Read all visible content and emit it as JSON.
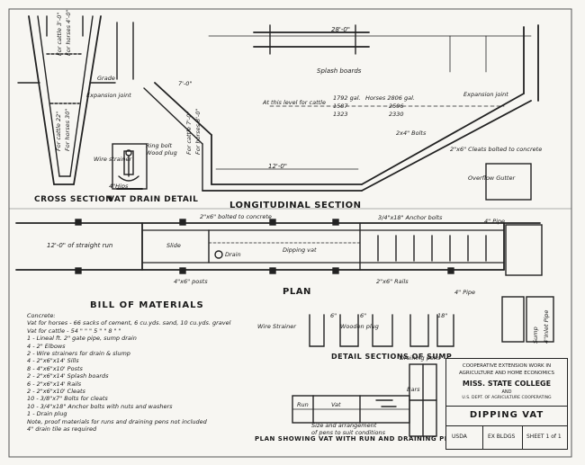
{
  "sections": {
    "cross_section": "CROSS SECTION",
    "vat_drain_detail": "VAT DRAIN DETAIL",
    "longitudinal_section": "LONGITUDINAL SECTION",
    "plan": "PLAN",
    "detail_sections_of_sump": "DETAIL SECTIONS OF SUMP",
    "plan_showing_vat": "PLAN SHOWING VAT WITH RUN AND DRAINING PENS"
  },
  "cross_section_labels": {
    "top_cattle": "For cattle 3'-0\"",
    "top_horses": "For horses 4'-0\"",
    "mid_cattle": "For cattle 22\"",
    "mid_horses": "For horses 30\"",
    "grade": "Grade",
    "bottom": "4\"Hips"
  },
  "drain_labels": {
    "expansion_joint": "Expansion joint",
    "ring_bolt": "Ring bolt",
    "wood_plug": "Wood plug",
    "wire_strainer": "Wire strainer"
  },
  "long_labels": {
    "top_dim": "28'-0\"",
    "splash_boards": "Splash boards",
    "level_note": "At this level for cattle",
    "cattle_1": "1792 gal.",
    "cattle_2": "1587",
    "cattle_3": "1323",
    "horses_label": "Horses 2806 gal.",
    "horses_2": "2596",
    "horses_3": "2330",
    "expansion_joint": "Expansion joint",
    "dim_7": "7'-0\"",
    "bolts": "2x4\" Bolts",
    "cleats": "2\"x6\" Cleats bolted to concrete",
    "overflow": "Overflow Gutter",
    "dim_12": "12'-0\"",
    "depth_cattle": "For cattle 7'-0\"",
    "depth_horses": "For horses 8'-0\""
  },
  "plan_labels": {
    "bolted": "2\"x6\" bolted to concrete",
    "anchor_bolts": "3/4\"x18\" Anchor bolts",
    "straight_run": "12'-0\" of straight run",
    "slide": "Slide",
    "drain": "Drain",
    "dipping_vat": "Dipping vat",
    "posts": "4\"x6\" posts",
    "pipe_1": "4\" Pipe",
    "pipe_2": "4\" Pipe",
    "rails": "2\"x6\" Rails",
    "wire_strainer": "Wire Strainer",
    "wooden_plug": "Wooden plug",
    "sump_dim_1": "6\"",
    "sump_dim_2": "6\"",
    "sump_dim_3": "18\"",
    "sump": "Sump",
    "inlet": "4\"Inlet Pipe",
    "draining_pens": "Draining pens",
    "bars": "Bars",
    "run": "Run",
    "vat": "Vat",
    "size_note_1": "Size and arrangement",
    "size_note_2": "of pens to suit conditions"
  },
  "bill_of_materials": {
    "title": "BILL OF MATERIALS",
    "lines": [
      "Concrete:",
      "Vat for horses - 66 sacks of cement, 6 cu.yds. sand, 10 cu.yds. gravel",
      "Vat for cattle - 54    \"    \"       \"       5    \"      \"    8    \"    \"",
      "1 - Lineal ft. 2\" gate pipe, sump drain",
      "4 - 2\" Elbows",
      "2 - Wire strainers for drain & slump",
      "4 - 2\"x6\"x14' Sills",
      "8 - 4\"x6\"x10' Posts",
      "2 - 2\"x6\"x14' Splash boards",
      "6 - 2\"x6\"x14' Rails",
      "2 - 2\"x6\"x10' Cleats",
      "10 - 3/8\"x7\"   Bolts for cleats",
      "10 - 3/4\"x18\"   Anchor bolts with nuts and washers",
      "1 - Drain plug",
      "Note, proof materials for runs and draining pens not included",
      "4\" drain tile as required"
    ]
  },
  "title_block": {
    "line1": "COOPERATIVE EXTENSION WORK IN",
    "line2": "AGRICULTURE AND HOME ECONOMICS",
    "line3": "MISS. STATE COLLEGE",
    "line4": "AND",
    "line5": "U.S. DEPT. OF AGRICULTURE COOPERATING",
    "title": "DIPPING VAT",
    "usda": "USDA",
    "bldg": "EX BLDGS",
    "sheet": "SHEET 1 of 1"
  }
}
